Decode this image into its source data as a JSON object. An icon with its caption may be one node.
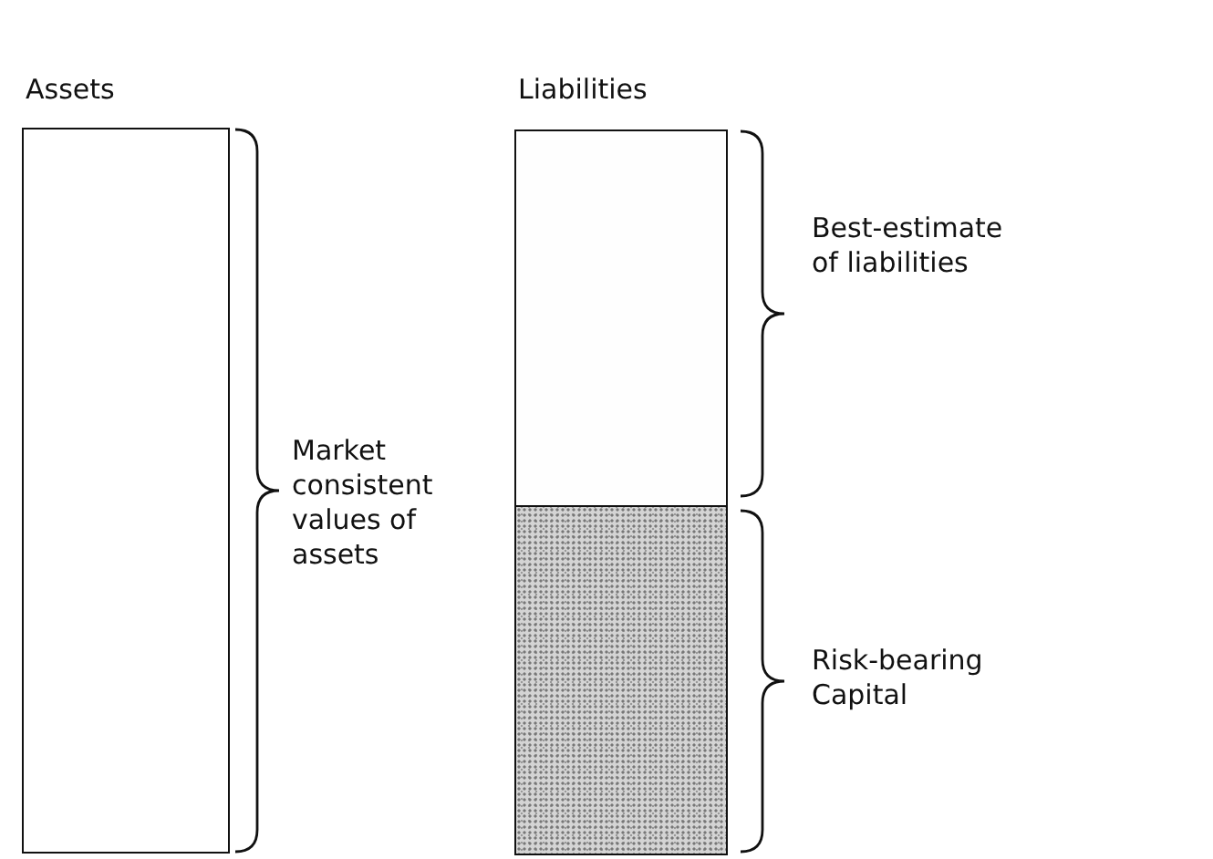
{
  "diagram": {
    "nodes": [
      {
        "text": [
          "Assets"
        ]
      },
      {
        "text": [
          "Liabilities"
        ]
      },
      {
        "text": [],
        "shape": "box",
        "in": 1
      },
      {
        "text": [],
        "shape": "bar",
        "in": 1
      }
    ],
    "edges": [],
    "labels": [
      "Market consistent values of assets",
      "Best-estimate of liabilities",
      "Risk-bearing Capital"
    ]
  }
}
